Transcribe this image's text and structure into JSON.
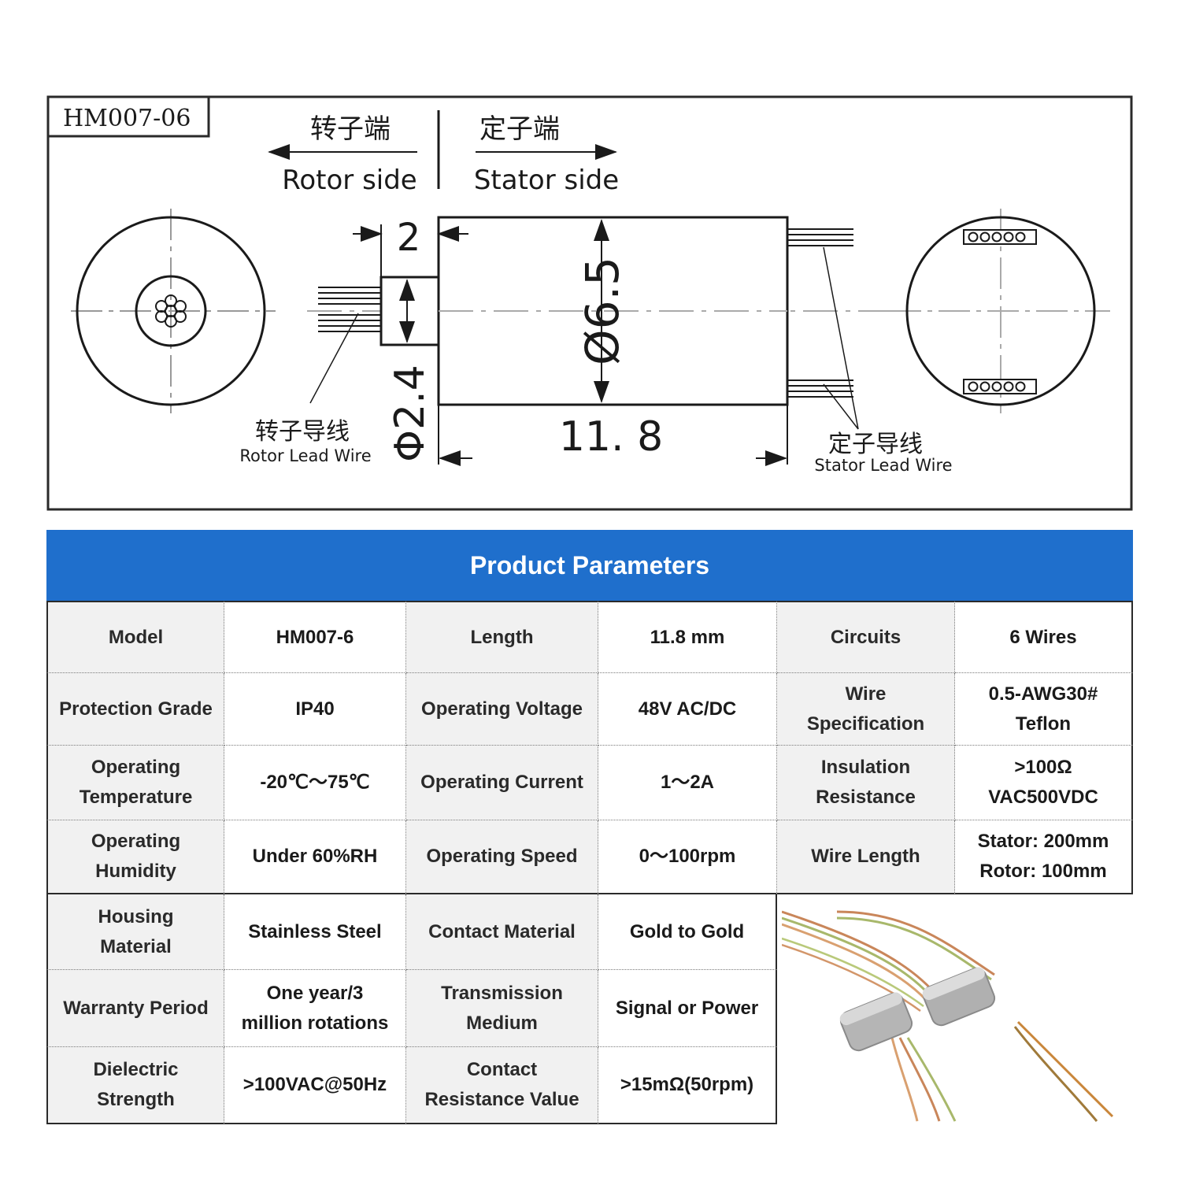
{
  "drawing": {
    "model_tag": "HM007-06",
    "rotor_side_cn": "转子端",
    "rotor_side_en": "Rotor side",
    "stator_side_cn": "定子端",
    "stator_side_en": "Stator side",
    "dim_top": "2",
    "dim_body_diameter": "Ø6.5",
    "dim_shaft_diameter": "Φ2.4",
    "dim_length": "11. 8",
    "rotor_lead_cn": "转子导线",
    "rotor_lead_en": "Rotor Lead Wire",
    "stator_lead_cn": "定子导线",
    "stator_lead_en": "Stator Lead Wire"
  },
  "params": {
    "title": "Product Parameters",
    "rows": [
      [
        "Model",
        "HM007-6",
        "Length",
        "11.8 mm",
        "Circuits",
        "6 Wires"
      ],
      [
        "Protection Grade",
        "IP40",
        "Operating Voltage",
        "48V AC/DC",
        "Wire\nSpecification",
        "0.5-AWG30#\nTeflon"
      ],
      [
        "Operating\nTemperature",
        "-20℃～75℃",
        "Operating Current",
        "1～2A",
        "Insulation\nResistance",
        ">100Ω\nVAC500VDC"
      ],
      [
        "Operating\nHumidity",
        "Under 60%RH",
        "Operating Speed",
        "0～100rpm",
        "Wire Length",
        "Stator:  200mm\nRotor:  100mm"
      ],
      [
        "Housing\nMaterial",
        "Stainless Steel",
        "Contact Material",
        "Gold to Gold"
      ],
      [
        "Warranty Period",
        "One year/3\nmillion rotations",
        "Transmission\nMedium",
        "Signal or Power"
      ],
      [
        "Dielectric\nStrength",
        ">100VAC@50Hz",
        "Contact\nResistance Value",
        ">15mΩ(50rpm)"
      ]
    ]
  },
  "colors": {
    "header_blue": "#1f6fcc",
    "label_bg": "#f1f1f1",
    "line": "#2a2a2a"
  }
}
